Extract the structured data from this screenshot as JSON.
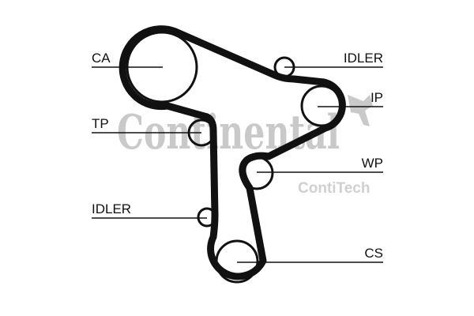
{
  "watermark": {
    "brand": "Continental",
    "sub_brand": "ContiTech"
  },
  "labels": {
    "ca": "CA",
    "idler_top": "IDLER",
    "ip": "IP",
    "tp": "TP",
    "wp": "WP",
    "idler_bottom": "IDLER",
    "cs": "CS"
  },
  "colors": {
    "belt": "#111111",
    "watermark": "#c9c9c9"
  }
}
